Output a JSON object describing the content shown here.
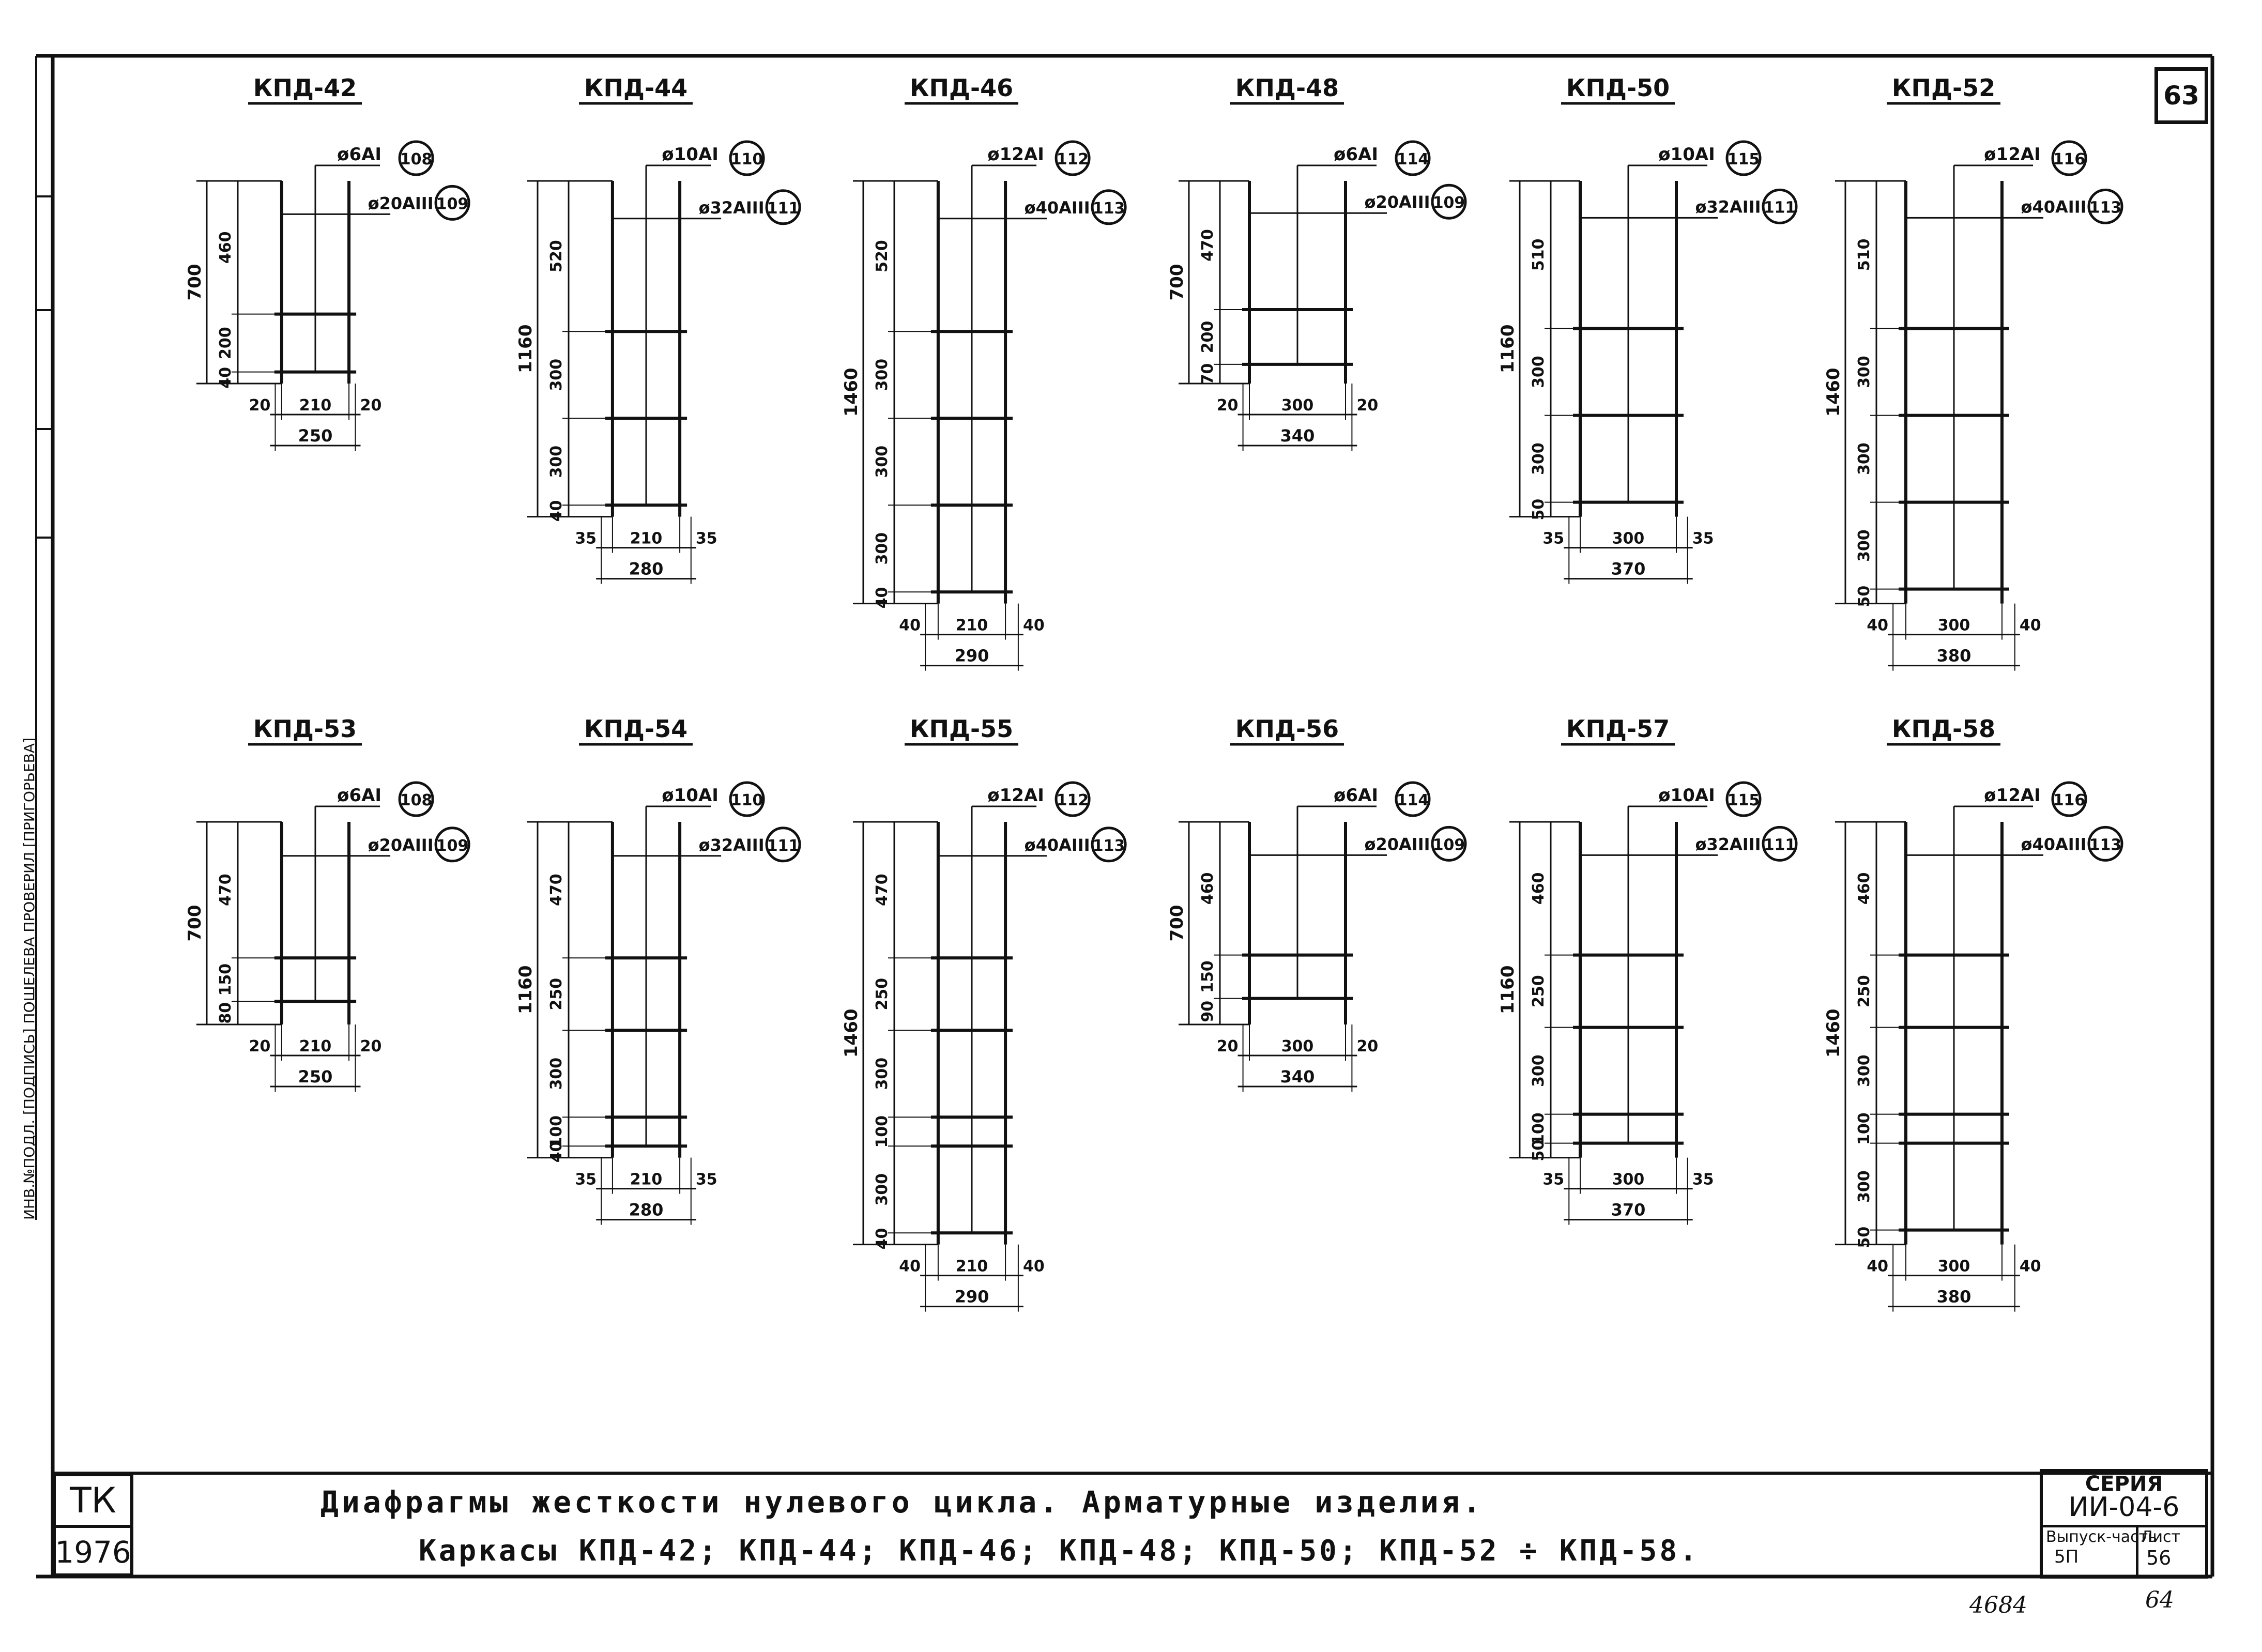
{
  "page_number": "63",
  "side_stamp": "ИНВ.№ПОДЛ. [ПОДПИСЬ] ПОШЕЛЕВА ПРОВЕРИЛ [ПРИГОРЬЕВА]",
  "frames": [
    {
      "name": "КПД-42",
      "rod_top": "ø6АI",
      "mark_top": "108",
      "rod_side": "ø20АIII",
      "mark_side": "109",
      "height": "700",
      "segments": [
        "460",
        "200",
        "40"
      ],
      "cells": 2,
      "width_parts": [
        "20",
        "210",
        "20"
      ],
      "width_total": "250"
    },
    {
      "name": "КПД-44",
      "rod_top": "ø10АI",
      "mark_top": "110",
      "rod_side": "ø32АIII",
      "mark_side": "111",
      "height": "1160",
      "segments": [
        "520",
        "300",
        "300",
        "40"
      ],
      "cells": 3,
      "width_parts": [
        "35",
        "210",
        "35"
      ],
      "width_total": "280"
    },
    {
      "name": "КПД-46",
      "rod_top": "ø12АI",
      "mark_top": "112",
      "rod_side": "ø40АIII",
      "mark_side": "113",
      "height": "1460",
      "segments": [
        "520",
        "300",
        "300",
        "300",
        "40"
      ],
      "cells": 4,
      "width_parts": [
        "40",
        "210",
        "40"
      ],
      "width_total": "290"
    },
    {
      "name": "КПД-48",
      "rod_top": "ø6АI",
      "mark_top": "114",
      "rod_side": "ø20АIII",
      "mark_side": "109",
      "height": "700",
      "segments": [
        "470",
        "200",
        "70"
      ],
      "cells": 2,
      "width_parts": [
        "20",
        "300",
        "20"
      ],
      "width_total": "340"
    },
    {
      "name": "КПД-50",
      "rod_top": "ø10АI",
      "mark_top": "115",
      "rod_side": "ø32АIII",
      "mark_side": "111",
      "height": "1160",
      "segments": [
        "510",
        "300",
        "300",
        "50"
      ],
      "cells": 3,
      "width_parts": [
        "35",
        "300",
        "35"
      ],
      "width_total": "370"
    },
    {
      "name": "КПД-52",
      "rod_top": "ø12АI",
      "mark_top": "116",
      "rod_side": "ø40АIII",
      "mark_side": "113",
      "height": "1460",
      "segments": [
        "510",
        "300",
        "300",
        "300",
        "50"
      ],
      "cells": 4,
      "width_parts": [
        "40",
        "300",
        "40"
      ],
      "width_total": "380"
    },
    {
      "name": "КПД-53",
      "rod_top": "ø6АI",
      "mark_top": "108",
      "rod_side": "ø20АIII",
      "mark_side": "109",
      "height": "700",
      "segments": [
        "470",
        "150",
        "80"
      ],
      "cells": 2,
      "width_parts": [
        "20",
        "210",
        "20"
      ],
      "width_total": "250"
    },
    {
      "name": "КПД-54",
      "rod_top": "ø10АI",
      "mark_top": "110",
      "rod_side": "ø32АIII",
      "mark_side": "111",
      "height": "1160",
      "segments": [
        "470",
        "250",
        "300",
        "100",
        "40"
      ],
      "cells": 4,
      "width_parts": [
        "35",
        "210",
        "35"
      ],
      "width_total": "280"
    },
    {
      "name": "КПД-55",
      "rod_top": "ø12АI",
      "mark_top": "112",
      "rod_side": "ø40АIII",
      "mark_side": "113",
      "height": "1460",
      "segments": [
        "470",
        "250",
        "300",
        "100",
        "300",
        "40"
      ],
      "cells": 5,
      "width_parts": [
        "40",
        "210",
        "40"
      ],
      "width_total": "290"
    },
    {
      "name": "КПД-56",
      "rod_top": "ø6АI",
      "mark_top": "114",
      "rod_side": "ø20АIII",
      "mark_side": "109",
      "height": "700",
      "segments": [
        "460",
        "150",
        "90"
      ],
      "cells": 2,
      "width_parts": [
        "20",
        "300",
        "20"
      ],
      "width_total": "340"
    },
    {
      "name": "КПД-57",
      "rod_top": "ø10АI",
      "mark_top": "115",
      "rod_side": "ø32АIII",
      "mark_side": "111",
      "height": "1160",
      "segments": [
        "460",
        "250",
        "300",
        "100",
        "50"
      ],
      "cells": 4,
      "width_parts": [
        "35",
        "300",
        "35"
      ],
      "width_total": "370"
    },
    {
      "name": "КПД-58",
      "rod_top": "ø12АI",
      "mark_top": "116",
      "rod_side": "ø40АIII",
      "mark_side": "113",
      "height": "1460",
      "segments": [
        "460",
        "250",
        "300",
        "100",
        "300",
        "50"
      ],
      "cells": 5,
      "width_parts": [
        "40",
        "300",
        "40"
      ],
      "width_total": "380"
    }
  ],
  "title_block": {
    "tk_top": "ТК",
    "tk_bottom": "1976",
    "title_line1": "Диафрагмы жесткости нулевого цикла. Арматурные изделия.",
    "title_line2": "Каркасы КПД-42; КПД-44; КПД-46; КПД-48; КПД-50; КПД-52 ÷ КПД-58.",
    "series_label": "СЕРИЯ",
    "series_value": "ИИ-04-6",
    "issue_label": "Выпуск-часть",
    "issue_value": "5П",
    "sheet_label": "Лист",
    "sheet_value": "56",
    "archive_number": "4684",
    "archive_page": "64"
  }
}
